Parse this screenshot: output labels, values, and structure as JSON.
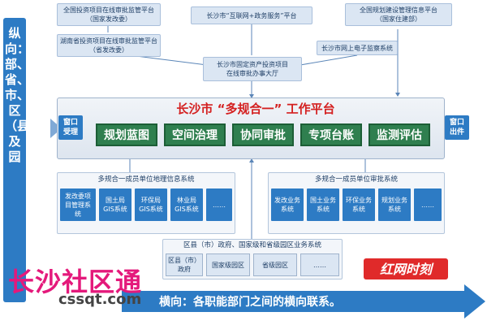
{
  "left_bar": {
    "text": "纵向：部、省、市、区（县）及园"
  },
  "top_boxes": {
    "national_invest": [
      "全国投资项目在线审批监管平台",
      "（国家发改委）"
    ],
    "hunan_invest": [
      "湖南省投资项目在线审批监管平台",
      "（省发改委）"
    ],
    "changsha_internet": "长沙市“互联网+政务服务”平台",
    "national_plan": [
      "全国规划建设管理信息平台",
      "（国家住建部）"
    ],
    "online_supervision": "长沙市网上电子监察系统",
    "approval_hall": [
      "长沙市固定资产投资项目",
      "在线审批办事大厅"
    ]
  },
  "platform": {
    "title": "长沙市 “多规合一” 工作平台",
    "window_in": [
      "窗口",
      "受理"
    ],
    "window_out": [
      "窗口",
      "出件"
    ],
    "modules": [
      "规划蓝图",
      "空间治理",
      "协同审批",
      "专项台账",
      "监测评估"
    ]
  },
  "geo_panel": {
    "title": "多规合一成员单位地理信息系统",
    "items": [
      [
        "发改委项",
        "目管理系",
        "统"
      ],
      [
        "国土局",
        "GIS系统"
      ],
      [
        "环保局",
        "GIS系统"
      ],
      [
        "林业局",
        "GIS系统"
      ],
      [
        "……"
      ]
    ]
  },
  "approval_panel": {
    "title": "多规合一成员单位审批系统",
    "items": [
      [
        "发改业务",
        "系统"
      ],
      [
        "国土业务",
        "系统"
      ],
      [
        "环保业务",
        "系统"
      ],
      [
        "规划业务",
        "系统"
      ],
      [
        "……"
      ]
    ]
  },
  "district_panel": {
    "title": "区县（市）政府、国家级和省级园区业务系统",
    "items": [
      [
        "区县（市）",
        "政府"
      ],
      [
        "国家级园区"
      ],
      [
        "省级园区"
      ],
      [
        "……"
      ]
    ]
  },
  "watermark": {
    "cn": "长沙社区通",
    "url": "cssqt.com"
  },
  "logo": {
    "text": "红网时刻"
  },
  "bottom_arrow": {
    "text": "横向：各职能部门之间的横向联系。"
  },
  "colors": {
    "blue": "#2d7bc4",
    "green": "#2f7f4f",
    "red": "#d42020",
    "pink": "#e4197b"
  }
}
